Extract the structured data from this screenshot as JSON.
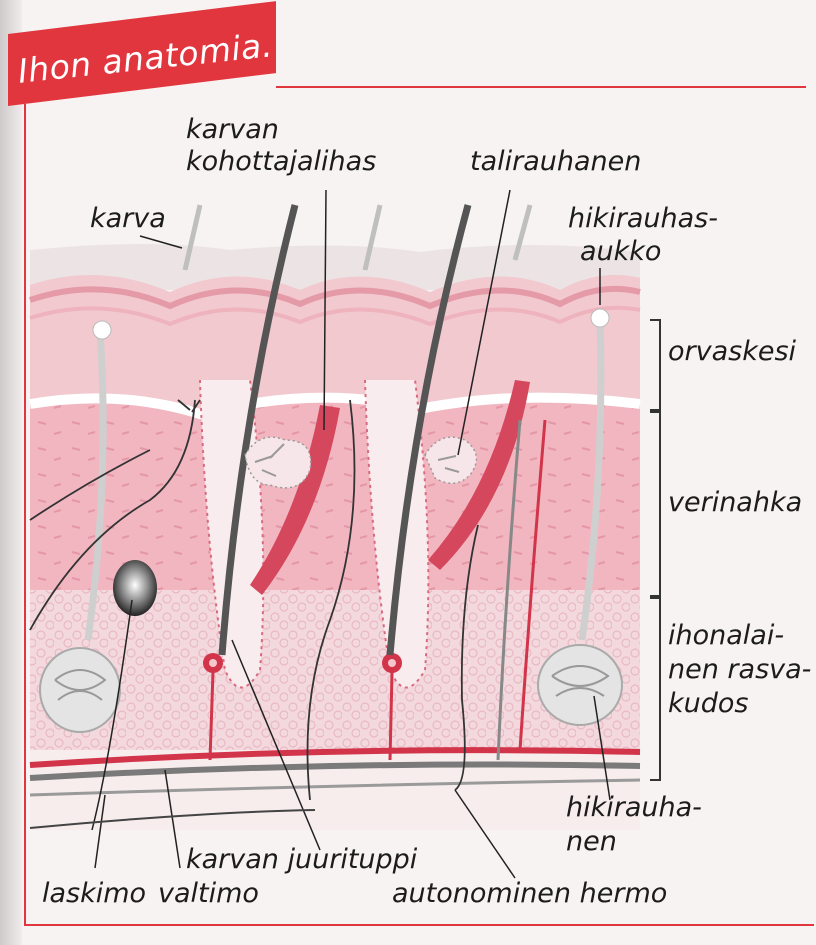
{
  "title": "Ihon anatomia.",
  "labels": {
    "karvan_kohottajalihas_1": "karvan",
    "karvan_kohottajalihas_2": "kohottajalihas",
    "talirauhanen": "talirauhanen",
    "karva": "karva",
    "hikirauhasaukko_1": "hikirauhas-",
    "hikirauhasaukko_2": "aukko",
    "orvaskesi": "orvaskesi",
    "verinahka": "verinahka",
    "ihonalainen_1": "ihonalai-",
    "ihonalainen_2": "nen rasva-",
    "ihonalainen_3": "kudos",
    "hikirauhanen_1": "hikirauha-",
    "hikirauhanen_2": "nen",
    "karvan_juurituppi": "karvan juurituppi",
    "laskimo": "laskimo",
    "valtimo": "valtimo",
    "autonominen_hermo": "autonominen hermo"
  },
  "colors": {
    "accent": "#e2363f",
    "epidermis": "#f1c9cf",
    "dermis": "#f2b6c0",
    "fat": "#f3d9de",
    "hair": "#555555",
    "vessel": "#d2344a"
  }
}
